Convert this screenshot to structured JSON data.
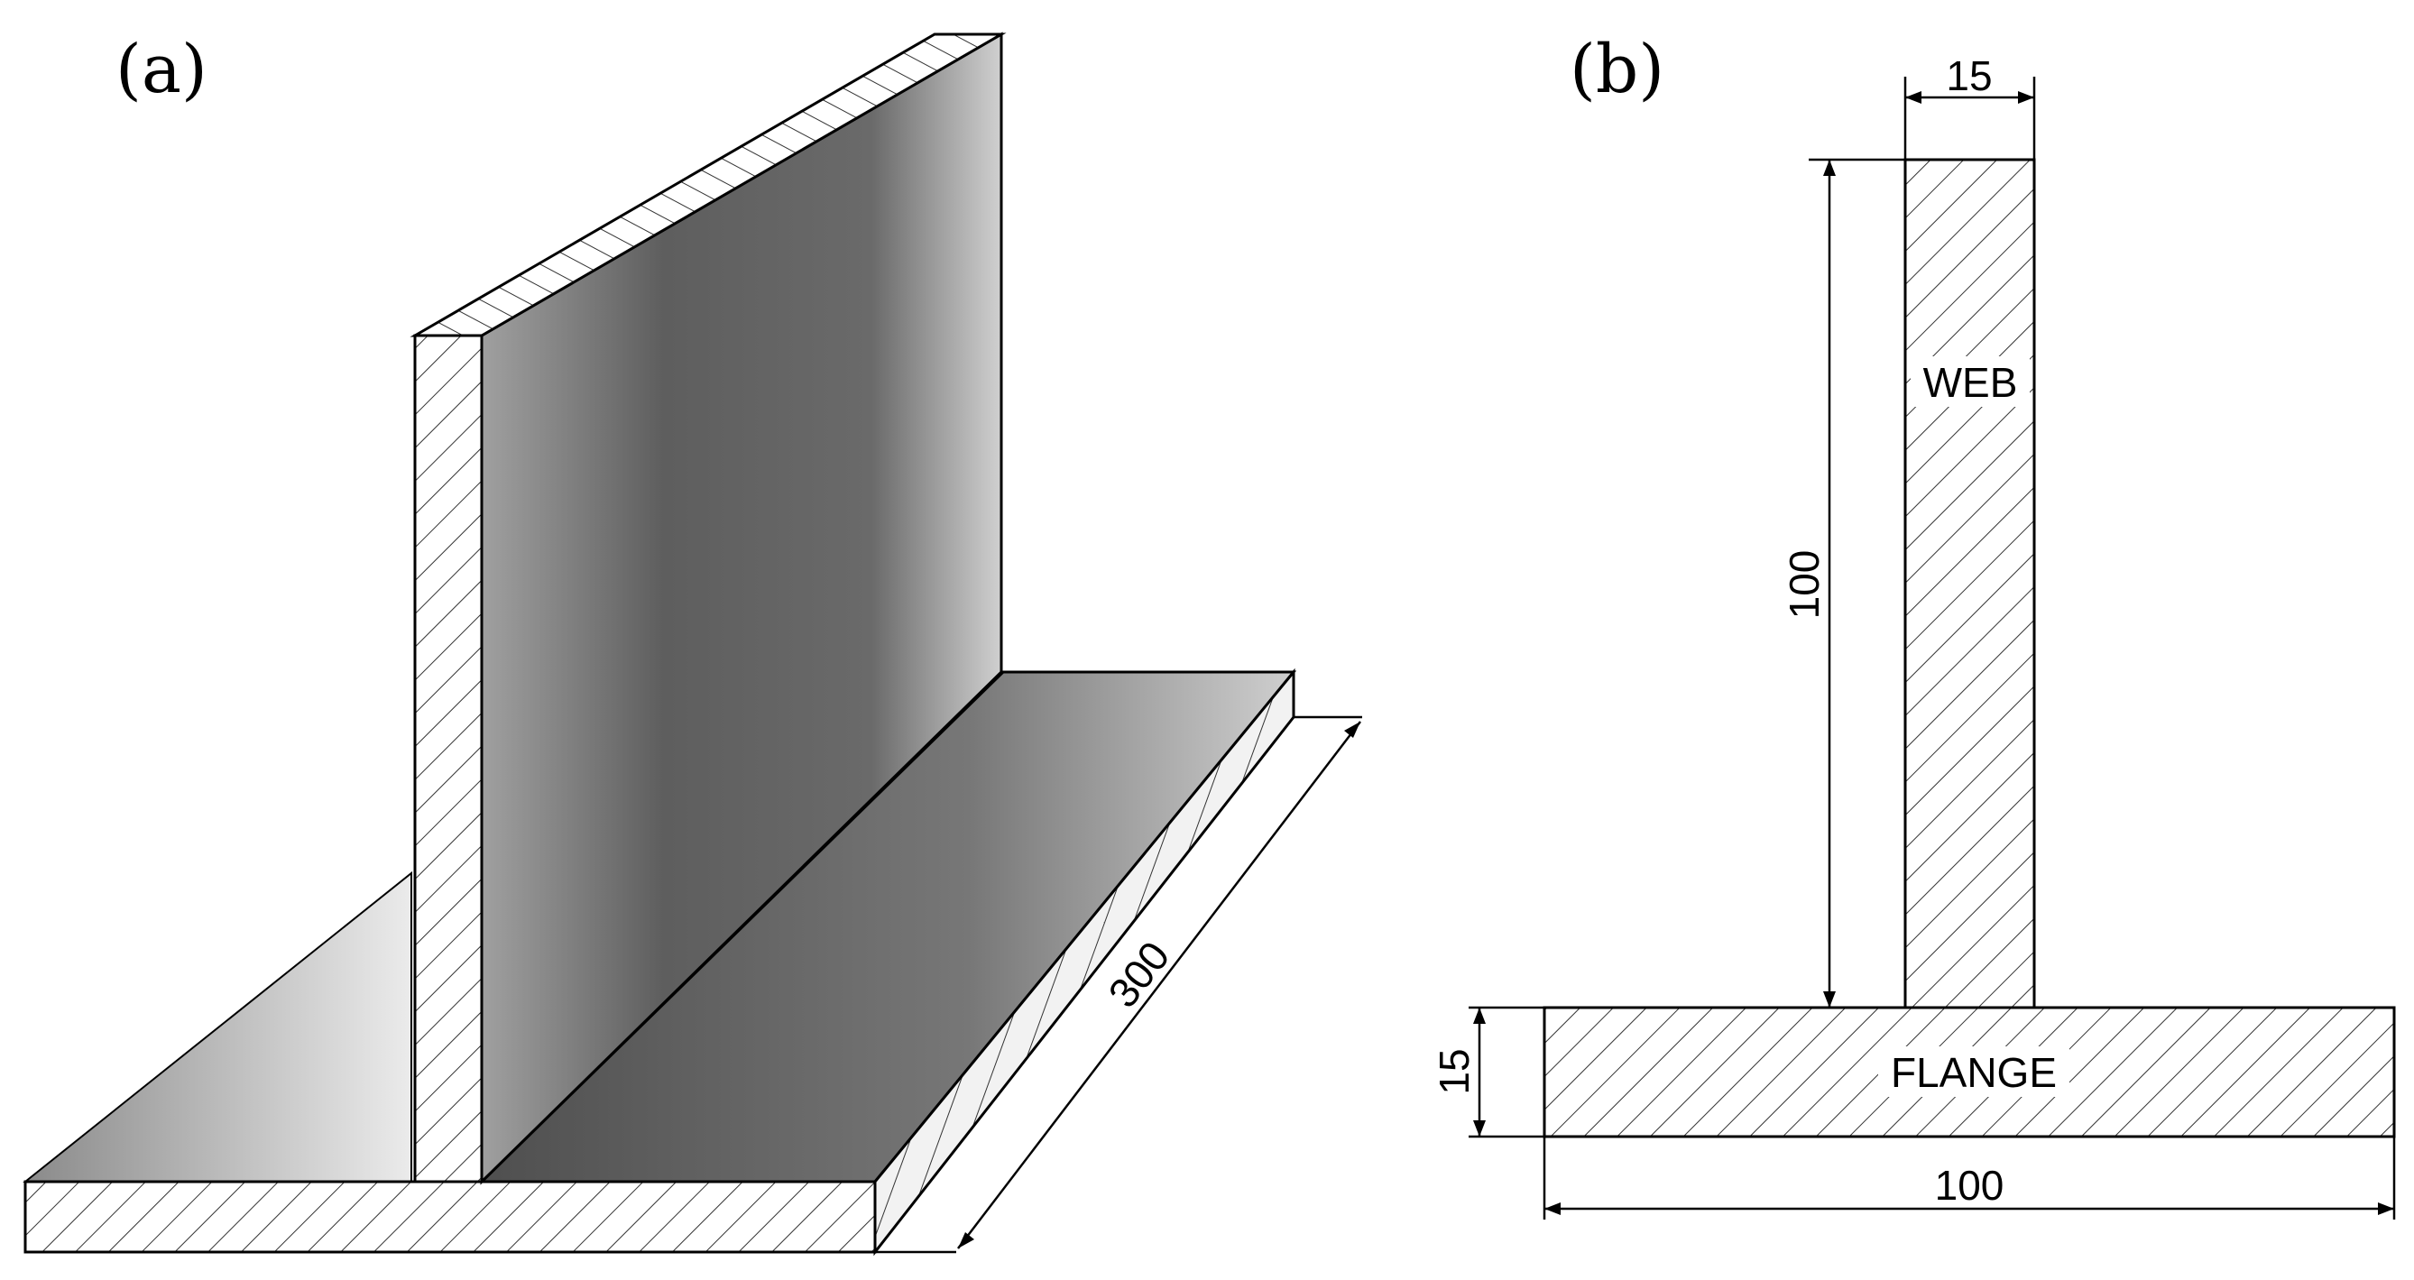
{
  "panels": {
    "a": {
      "label": "(a)",
      "length_dimension": "300"
    },
    "b": {
      "label": "(b)",
      "web_thickness": "15",
      "web_height": "100",
      "flange_thickness": "15",
      "flange_width": "100",
      "web_label": "WEB",
      "flange_label": "FLANGE"
    }
  },
  "colors": {
    "line": "#000000",
    "face_dark": "#6e6e6e",
    "face_light": "#e6e6e6",
    "background": "#ffffff"
  }
}
